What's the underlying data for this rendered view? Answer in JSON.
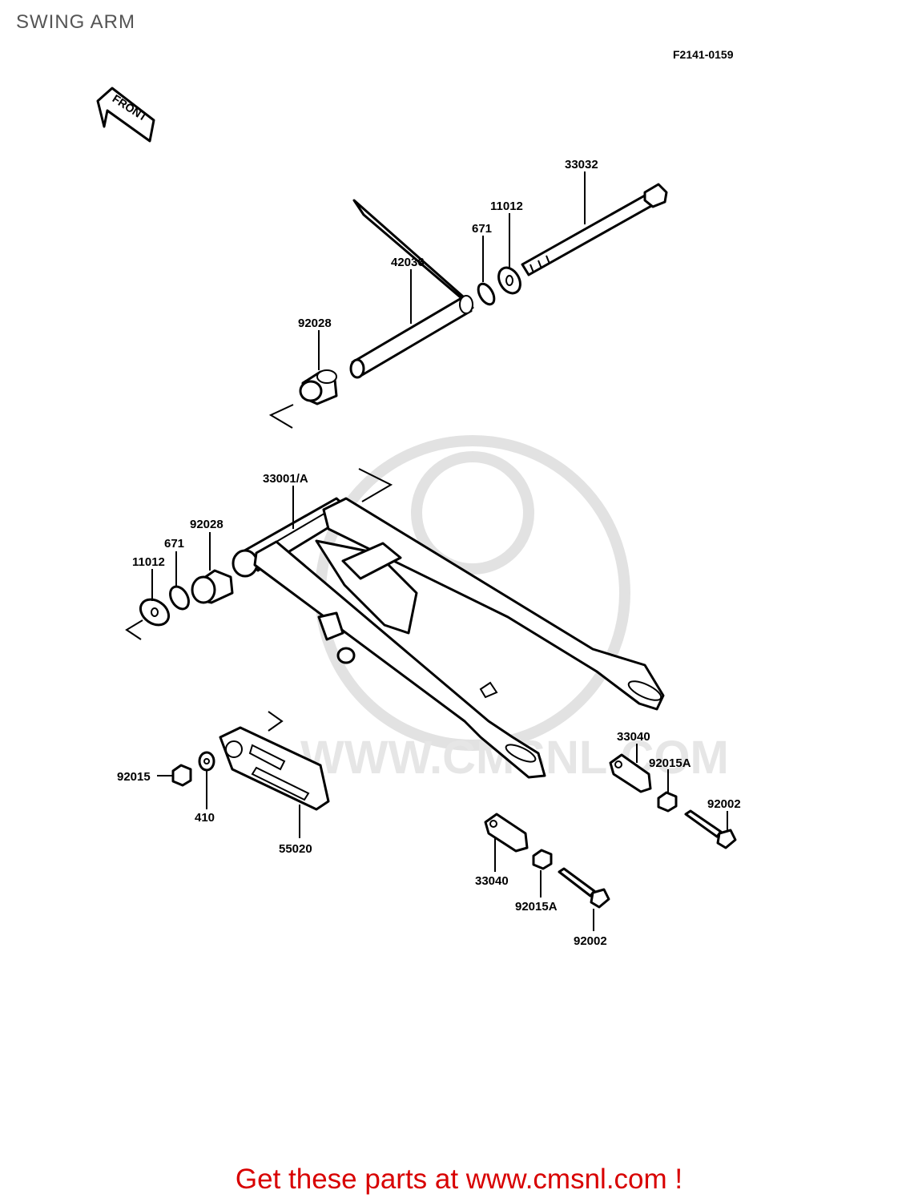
{
  "title": "SWING ARM",
  "diagram_code": "F2141-0159",
  "front_label": "FRONT",
  "watermark": "WWW.CMSNL.COM",
  "promo": "Get these parts at www.cmsnl.com !",
  "part_labels": {
    "p33032": "33032",
    "p11012_top": "11012",
    "p671_top": "671",
    "p42036": "42036",
    "p92028_top": "92028",
    "p33001": "33001/A",
    "p92028_left": "92028",
    "p671_left": "671",
    "p11012_left": "11012",
    "p33040_right": "33040",
    "p92015A_right": "92015A",
    "p92002_right": "92002",
    "p92015": "92015",
    "p410": "410",
    "p55020": "55020",
    "p33040_bottom": "33040",
    "p92015A_bottom": "92015A",
    "p92002_bottom": "92002"
  }
}
